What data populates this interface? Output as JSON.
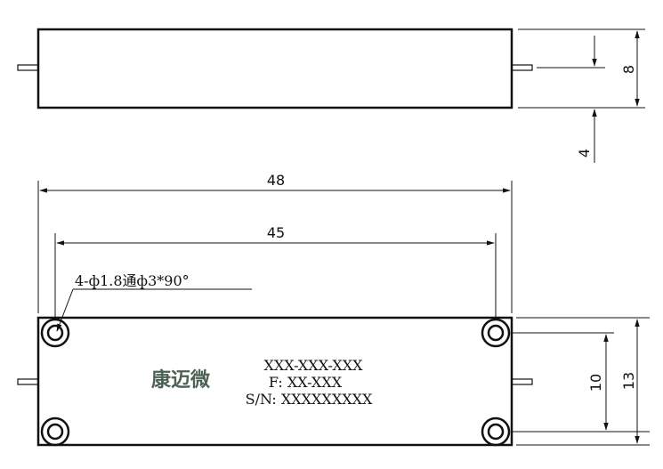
{
  "top_view": {
    "height_dim": "8",
    "pin_dim": "4"
  },
  "bottom_view": {
    "overall_length_dim": "48",
    "hole_spacing_dim": "45",
    "hole_note": "4-ф1.8通ф3*90°",
    "hole_vertical_spacing_dim": "10",
    "overall_width_dim": "13",
    "brand": "康迈微",
    "part_number": "XXX-XXX-XXX",
    "frequency_line": "F: XX-XXX",
    "serial_line": "S/N: XXXXXXXXX"
  },
  "colors": {
    "line": "#111111",
    "brand": "#4d6155"
  }
}
